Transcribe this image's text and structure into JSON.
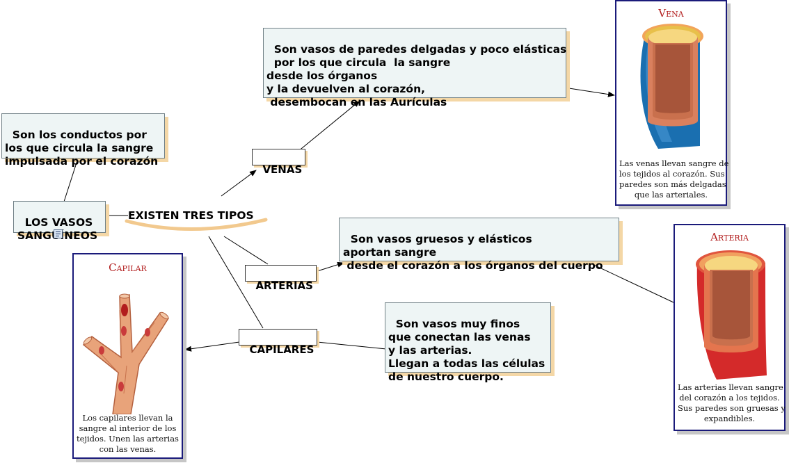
{
  "root": {
    "label": "LOS VASOS\nSANGUÍNEOS"
  },
  "definition": {
    "text": "Son los conductos por\nlos que circula la sangre\nimpulsada por el corazón"
  },
  "center": {
    "label": "EXISTEN TRES TIPOS"
  },
  "branches": {
    "venas": {
      "label": "VENAS",
      "text": "Son vasos de paredes delgadas y poco elásticas\n  por los que circula  la sangre\ndesde los órganos\ny la devuelven al corazón,\n desembocan en las Aurículas"
    },
    "arterias": {
      "label": "ARTERIAS",
      "text": "Son vasos gruesos y elásticos\naportan sangre\n desde el corazón a los órganos del cuerpo"
    },
    "capilares": {
      "label": "CAPILARES",
      "text": "Son vasos muy finos\nque conectan las venas\ny las arterias.\nLlegan a todas las células\nde nuestro cuerpo."
    }
  },
  "cards": {
    "vena": {
      "title": "Vena",
      "caption": "Las venas llevan sangre de\nlos tejidos al corazón. Sus\nparedes son más delgadas\nque las arteriales."
    },
    "arteria": {
      "title": "Arteria",
      "caption": "Las arterias llevan sangre\ndel corazón a los tejidos.\nSus paredes son gruesas y\nexpandibles."
    },
    "capilar": {
      "title": "Capilar",
      "caption": "Los capilares llevan la\nsangre al interior de los\ntejidos. Unen las arterias\ncon las venas."
    }
  },
  "colors": {
    "node_bg": "#eef5f5",
    "shadow": "#f4d7a6",
    "card_border": "#1a1a7a",
    "vein_blue": "#1a6fb0",
    "artery_red": "#d42a2a",
    "title_red": "#b21d1d"
  }
}
